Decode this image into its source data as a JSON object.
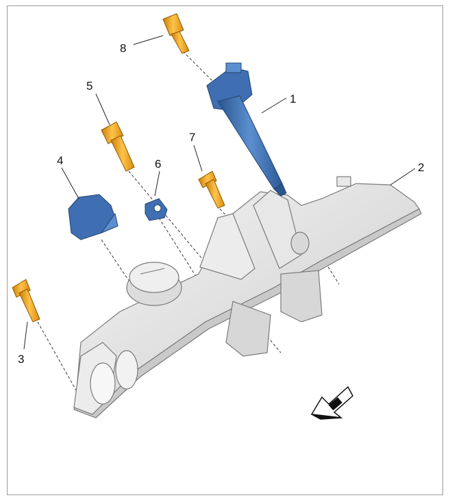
{
  "diagram": {
    "callouts": [
      {
        "id": "c1",
        "label": "1"
      },
      {
        "id": "c2",
        "label": "2"
      },
      {
        "id": "c3",
        "label": "3"
      },
      {
        "id": "c4",
        "label": "4"
      },
      {
        "id": "c5",
        "label": "5"
      },
      {
        "id": "c6",
        "label": "6"
      },
      {
        "id": "c7",
        "label": "7"
      },
      {
        "id": "c8",
        "label": "8"
      }
    ],
    "colors": {
      "fastener": "#f0a418",
      "coil_blue": "#3f6fb2",
      "cover_gray": "#e3e3e3",
      "outline": "#7a7a7a"
    }
  }
}
